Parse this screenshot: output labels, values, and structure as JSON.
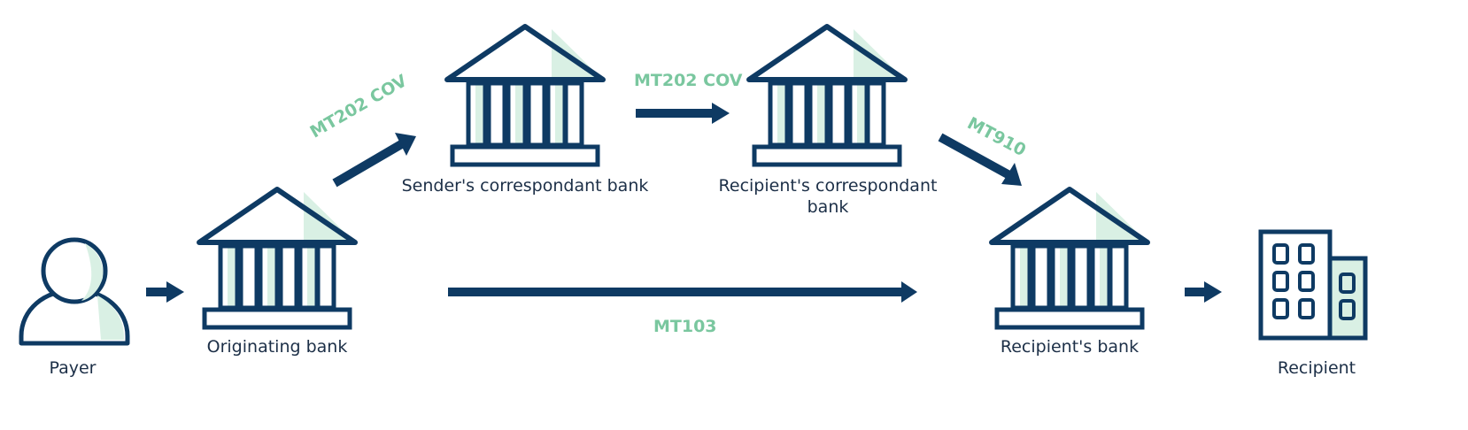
{
  "colors": {
    "navy": "#0e3a63",
    "green": "#7ac79f",
    "mint": "#d9f0e4",
    "text": "#1c2f47"
  },
  "nodes": {
    "payer": "Payer",
    "originating_bank": "Originating bank",
    "senders_correspondent": "Sender's correspondant bank",
    "recipients_correspondent": "Recipient's correspondant bank",
    "recipients_bank": "Recipient's bank",
    "recipient": "Recipient"
  },
  "messages": {
    "to_senders_correspondent": "MT202 COV",
    "between_correspondents": "MT202 COV",
    "to_recipients_bank": "MT910",
    "direct": "MT103"
  },
  "icons": {
    "payer": "person-icon",
    "bank": "bank-building-icon",
    "recipient": "office-building-icon"
  }
}
